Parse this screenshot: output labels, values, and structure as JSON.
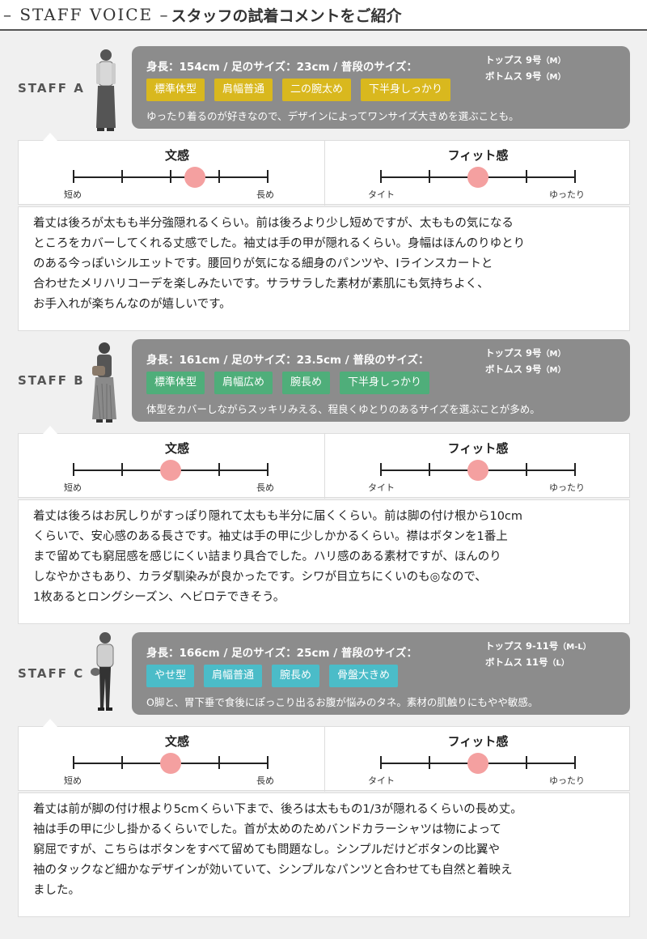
{
  "header": {
    "title_en": "– STAFF VOICE –",
    "title_ja": "スタッフの試着コメントをご紹介"
  },
  "colors": {
    "bubble": "#8c8c8c",
    "dot": "#f4a0a0"
  },
  "staff": [
    {
      "label": "STAFF A",
      "stats": "身長：154cm / 足のサイズ：23cm / 普段のサイズ：",
      "tops": "トップス 9号",
      "tops_paren": "（M）",
      "bottoms": "ボトムス 9号",
      "bottoms_paren": "（M）",
      "tag_color": "#d9b81e",
      "tags": [
        "標準体型",
        "肩幅普通",
        "二の腕太め",
        "下半身しっかり"
      ],
      "note": "ゆったり着るのが好きなので、デザインによってワンサイズ大きめを選ぶことも。",
      "length_title": "文感",
      "length_min": "短め",
      "length_max": "長め",
      "length_value": 2.5,
      "fit_title": "フィット感",
      "fit_min": "タイト",
      "fit_max": "ゆったり",
      "fit_value": 2,
      "comment": [
        "着丈は後ろが太もも半分強隠れるくらい。前は後ろより少し短めですが、太ももの気になる",
        "ところをカバーしてくれる丈感でした。袖丈は手の甲が隠れるくらい。身幅はほんのりゆとり",
        "のある今っぽいシルエットです。腰回りが気になる細身のパンツや、Iラインスカートと",
        "合わせたメリハリコーデを楽しみたいです。サラサラした素材が素肌にも気持ちよく、",
        "お手入れが楽ちんなのが嬉しいです。"
      ]
    },
    {
      "label": "STAFF B",
      "stats": "身長：161cm / 足のサイズ：23.5cm / 普段のサイズ：",
      "tops": "トップス 9号",
      "tops_paren": "（M）",
      "bottoms": "ボトムス 9号",
      "bottoms_paren": "（M）",
      "tag_color": "#4fae7a",
      "tags": [
        "標準体型",
        "肩幅広め",
        "腕長め",
        "下半身しっかり"
      ],
      "note": "体型をカバーしながらスッキリみえる、程良くゆとりのあるサイズを選ぶことが多め。",
      "length_title": "文感",
      "length_min": "短め",
      "length_max": "長め",
      "length_value": 2,
      "fit_title": "フィット感",
      "fit_min": "タイト",
      "fit_max": "ゆったり",
      "fit_value": 2,
      "comment": [
        "着丈は後ろはお尻しりがすっぽり隠れて太もも半分に届くくらい。前は脚の付け根から10cm",
        "くらいで、安心感のある長さです。袖丈は手の甲に少しかかるくらい。襟はボタンを1番上",
        "まで留めても窮屈感を感じにくい詰まり具合でした。ハリ感のある素材ですが、ほんのり",
        "しなやかさもあり、カラダ馴染みが良かったです。シワが目立ちにくいのも◎なので、",
        "1枚あるとロングシーズン、ヘビロテできそう。"
      ]
    },
    {
      "label": "STAFF C",
      "stats": "身長：166cm / 足のサイズ：25cm / 普段のサイズ：",
      "tops": "トップス 9-11号",
      "tops_paren": "（M-L）",
      "bottoms": "ボトムス 11号",
      "bottoms_paren": "（L）",
      "tag_color": "#4bbcc8",
      "tags": [
        "やせ型",
        "肩幅普通",
        "腕長め",
        "骨盤大きめ"
      ],
      "note": "O脚と、胃下垂で食後にぽっこり出るお腹が悩みのタネ。素材の肌触りにもやや敏感。",
      "length_title": "文感",
      "length_min": "短め",
      "length_max": "長め",
      "length_value": 2,
      "fit_title": "フィット感",
      "fit_min": "タイト",
      "fit_max": "ゆったり",
      "fit_value": 2,
      "comment": [
        "着丈は前が脚の付け根より5cmくらい下まで、後ろは太ももの1/3が隠れるくらいの長め丈。",
        "袖は手の甲に少し掛かるくらいでした。首が太めのためバンドカラーシャツは物によって",
        "窮屈ですが、こちらはボタンをすべて留めても問題なし。シンプルだけどボタンの比翼や",
        "袖のタックなど細かなデザインが効いていて、シンプルなパンツと合わせても自然と着映え",
        "ました。"
      ]
    }
  ]
}
